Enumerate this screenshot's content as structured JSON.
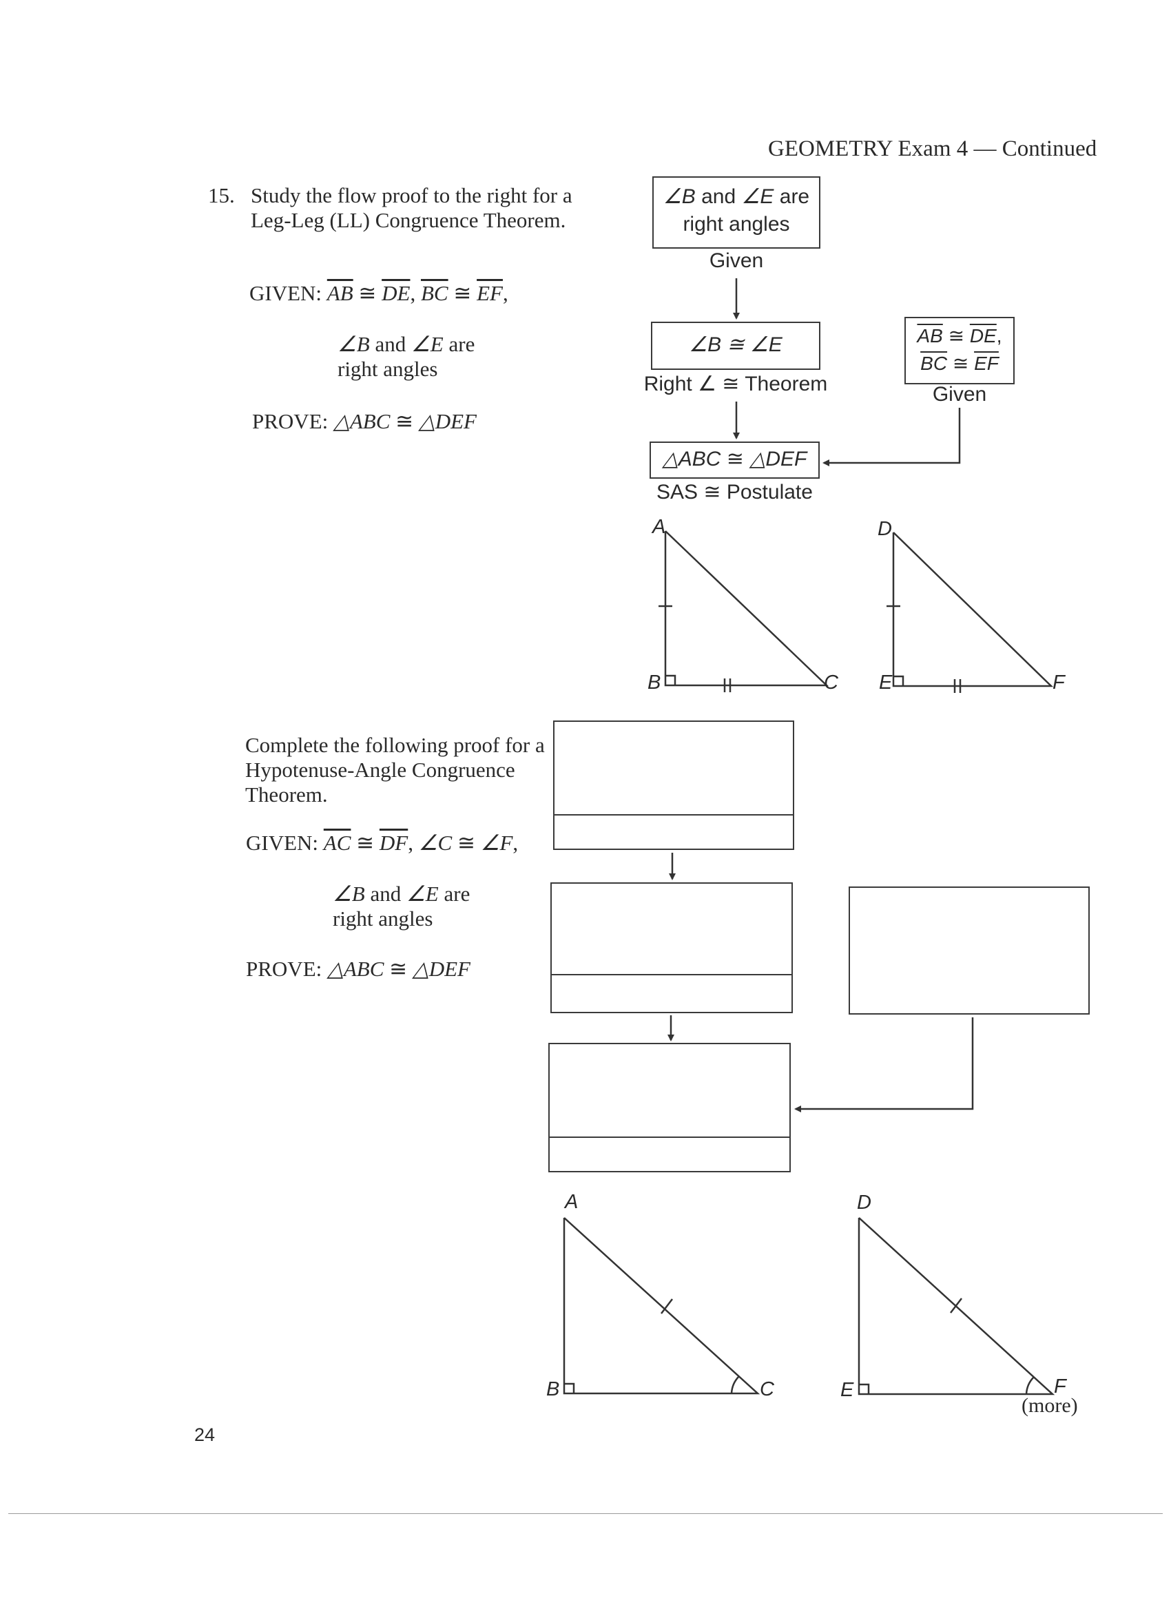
{
  "header": {
    "title": "GEOMETRY Exam 4 — Continued"
  },
  "question": {
    "number": "15.",
    "intro": "Study the flow proof to the right for a Leg-Leg (LL) Congruence Theorem."
  },
  "part1": {
    "given_label": "GIVEN:",
    "given": {
      "s1a": "AB",
      "cong1": " ≅ ",
      "s1b": "DE",
      "sep1": ", ",
      "s2a": "BC",
      "cong2": " ≅ ",
      "s2b": "EF",
      "end": ","
    },
    "given_cond": {
      "a1": "∠B",
      "and": " and ",
      "a2": "∠E",
      "are": " are",
      "line2": "right angles"
    },
    "prove_label": "PROVE:",
    "prove": {
      "t1": "△ABC",
      "cong": " ≅ ",
      "t2": "△DEF"
    }
  },
  "flow1": {
    "box1": {
      "a1": "∠B",
      "and": " and ",
      "a2": "∠E",
      "are": " are",
      "line2": "right angles",
      "reason": "Given"
    },
    "box2": {
      "text": "∠B ≅ ∠E",
      "reason": "Right ∠ ≅ Theorem"
    },
    "box3": {
      "s1a": "AB",
      "cong1": " ≅ ",
      "s1b": "DE",
      "comma": ",",
      "s2a": "BC",
      "cong2": " ≅ ",
      "s2b": "EF",
      "reason": "Given"
    },
    "box4": {
      "t1": "△ABC",
      "cong": " ≅ ",
      "t2": "△DEF",
      "reason": "SAS ≅ Postulate"
    }
  },
  "triangles1": {
    "t1": {
      "top": "A",
      "bottom_left": "B",
      "bottom_right": "C"
    },
    "t2": {
      "top": "D",
      "bottom_left": "E",
      "bottom_right": "F"
    }
  },
  "part2": {
    "intro": "Complete the following proof for a Hypotenuse-Angle Congruence Theorem.",
    "given_label": "GIVEN:",
    "given": {
      "s1a": "AC",
      "cong1": " ≅ ",
      "s1b": "DF",
      "sep1": ", ",
      "a1": "∠C",
      "cong2": " ≅ ",
      "a2": "∠F",
      "end": ","
    },
    "given_cond": {
      "a1": "∠B",
      "and": " and ",
      "a2": "∠E",
      "are": " are",
      "line2": "right angles"
    },
    "prove_label": "PROVE:",
    "prove": {
      "t1": "△ABC",
      "cong": " ≅ ",
      "t2": "△DEF"
    }
  },
  "triangles2": {
    "t1": {
      "top": "A",
      "bottom_left": "B",
      "bottom_right": "C"
    },
    "t2": {
      "top": "D",
      "bottom_left": "E",
      "bottom_right": "F"
    }
  },
  "footer": {
    "page_number": "24",
    "more": "(more)"
  }
}
